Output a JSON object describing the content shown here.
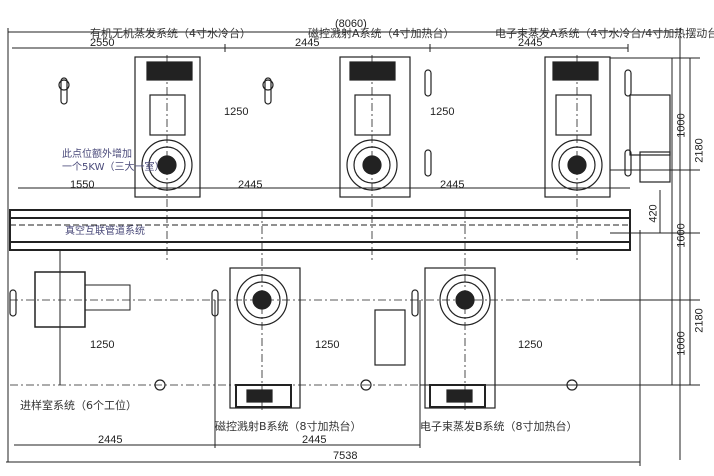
{
  "labels": {
    "top_system_1": "有机无机蒸发系统（4寸水冷台）",
    "top_system_2": "磁控溅射A系统（4寸加热台）",
    "top_system_3": "电子束蒸发A系统（4寸水冷台/4寸加热摆动台）",
    "bottom_system_1": "磁控溅射B系统（8寸加热台）",
    "bottom_system_2": "电子束蒸发B系统（8寸加热台）",
    "load_lock": "进样室系统（6个工位）",
    "transfer_line": "真空互联管道系统",
    "note_line1": "此点位额外增加",
    "note_line2": "一个5KW（三大一室）"
  },
  "dimensions": {
    "overall_top": "(8060)",
    "top_spacing_1": "2550",
    "top_spacing_2": "2445",
    "top_spacing_3": "2445",
    "mid_spacing_1": "1550",
    "mid_spacing_2": "2445",
    "mid_spacing_3": "2445",
    "offset_top_1": "1250",
    "offset_top_2": "1250",
    "offset_bottom_0": "1250",
    "offset_bottom_1": "1250",
    "offset_bottom_2": "1250",
    "bottom_spacing_1": "2445",
    "bottom_spacing_2": "2445",
    "overall_bottom": "7538",
    "right_1000_top": "1000",
    "right_2180_top": "2180",
    "right_420": "420",
    "right_1600": "1600",
    "right_2180_bottom": "2180",
    "right_1000_bottom": "1000"
  }
}
